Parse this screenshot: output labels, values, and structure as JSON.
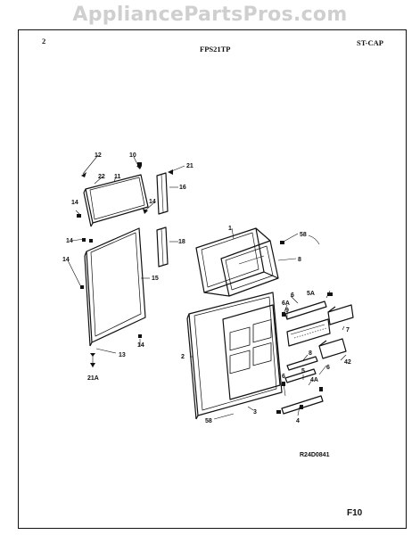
{
  "watermark": "AppliancePartsPros.com",
  "header": {
    "page_number": "2",
    "model": "FPS21TP",
    "section": "ST-CAP"
  },
  "footer": {
    "drawing_id": "R24D0841",
    "figure_id": "F10"
  },
  "callouts": {
    "c12": "12",
    "c10": "10",
    "c21": "21",
    "c22": "22",
    "c11": "11",
    "c16a": "16",
    "c14a": "14",
    "c14b": "14",
    "c18": "18",
    "c14c": "14",
    "c14d": "14",
    "c15": "15",
    "c14e": "14",
    "c13": "13",
    "c21a": "21A",
    "c1": "1",
    "c58a": "58",
    "c8": "8",
    "c6": "6",
    "c5a": "5A",
    "c6a": "6A",
    "c9": "9",
    "c7": "7",
    "c42": "42",
    "c2": "2",
    "c8b": "8",
    "c6b": "6",
    "c5": "5",
    "c6c": "6",
    "c4a": "4A",
    "c3": "3",
    "c4": "4",
    "c58b": "58"
  }
}
